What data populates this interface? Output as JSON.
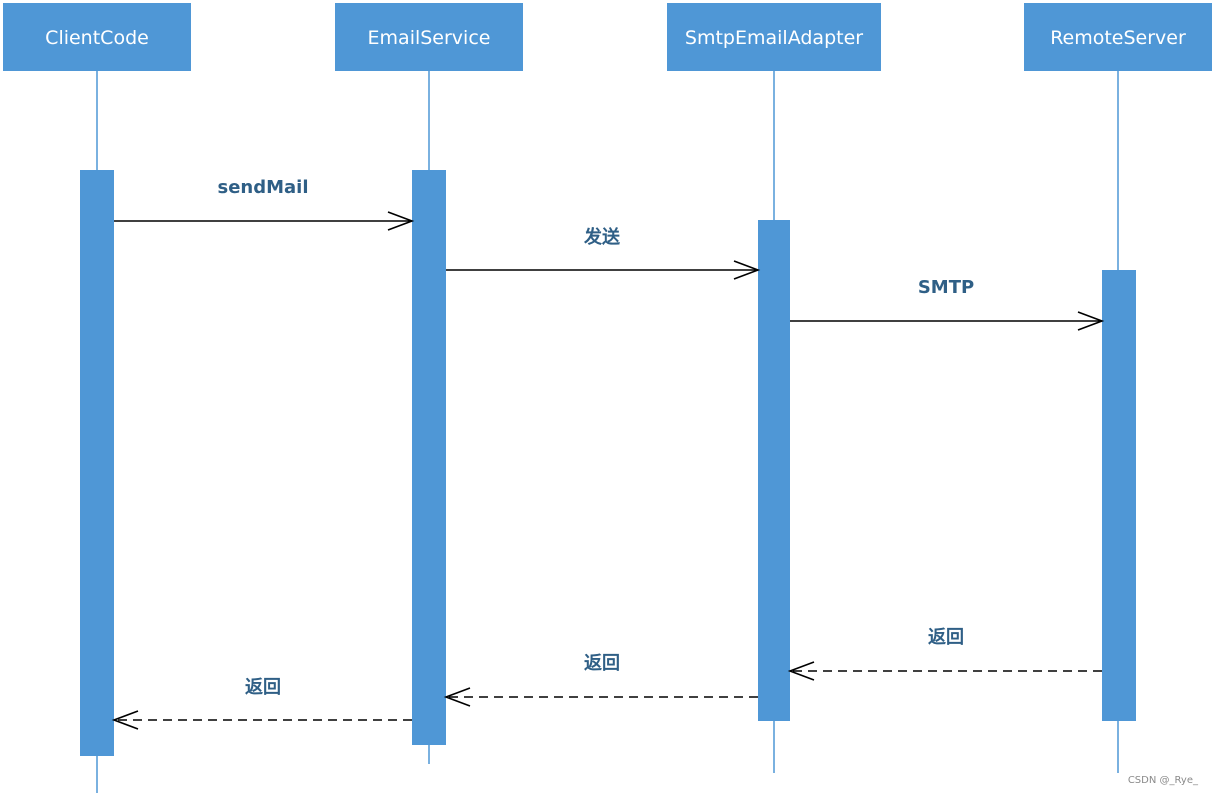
{
  "actors": [
    {
      "id": "client",
      "label": "ClientCode"
    },
    {
      "id": "email",
      "label": "EmailService"
    },
    {
      "id": "smtp",
      "label": "SmtpEmailAdapter"
    },
    {
      "id": "remote",
      "label": "RemoteServer"
    }
  ],
  "messages": [
    {
      "id": "m1",
      "from": "client",
      "to": "email",
      "label": "sendMail",
      "style": "solid"
    },
    {
      "id": "m2",
      "from": "email",
      "to": "smtp",
      "label": "发送",
      "style": "solid"
    },
    {
      "id": "m3",
      "from": "smtp",
      "to": "remote",
      "label": "SMTP",
      "style": "solid"
    },
    {
      "id": "m4",
      "from": "remote",
      "to": "smtp",
      "label": "返回",
      "style": "dashed"
    },
    {
      "id": "m5",
      "from": "smtp",
      "to": "email",
      "label": "返回",
      "style": "dashed"
    },
    {
      "id": "m6",
      "from": "email",
      "to": "client",
      "label": "返回",
      "style": "dashed"
    }
  ],
  "watermark": "CSDN @_Rye_",
  "colors": {
    "actor": "#4f97d6",
    "label": "#2f5f86",
    "arrow": "#000000"
  }
}
